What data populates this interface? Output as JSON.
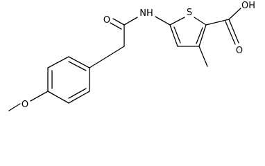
{
  "molecule": {
    "atoms": {
      "methoxy_o": "O",
      "amide_o": "O",
      "amide_nh": "NH",
      "thiophene_s": "S",
      "carboxyl_o": "O",
      "carboxyl_oh": "OH"
    }
  }
}
